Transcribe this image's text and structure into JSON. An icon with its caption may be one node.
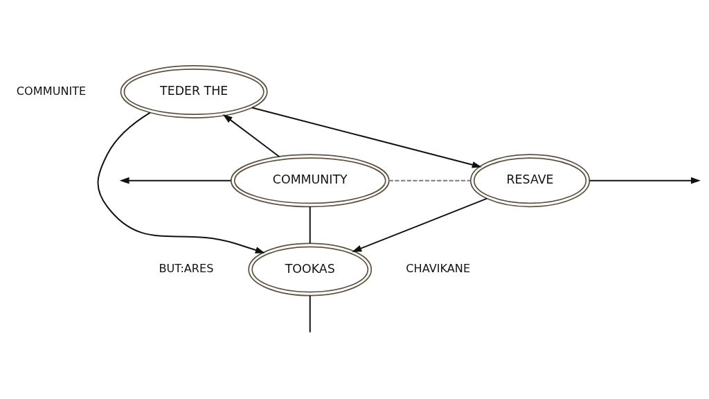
{
  "diagram": {
    "nodes": [
      {
        "text": [
          "TEDER THE"
        ]
      },
      {
        "text": [
          "COMMUNITY"
        ]
      },
      {
        "text": [
          "RESAVE"
        ]
      },
      {
        "text": [
          "TOOKAS"
        ]
      }
    ],
    "edges": [
      {
        "from": 1,
        "to": 0,
        "arrow": "to"
      },
      {
        "from": 0,
        "to": 2,
        "arrow": "to"
      },
      {
        "from": 2,
        "to": 3,
        "arrow": "to"
      },
      {
        "from": 1,
        "to": 3,
        "arrow": "none"
      },
      {
        "from": 0,
        "to": 3,
        "arrow": "to"
      },
      {
        "from": 1,
        "to": 2,
        "arrow": "none",
        "style": "dashed",
        "color": "#7a7a7a"
      },
      {
        "from": 1,
        "to": null,
        "arrow": "to"
      },
      {
        "from": 2,
        "to": null,
        "arrow": "to"
      },
      {
        "from": 3,
        "to": null,
        "arrow": "none"
      }
    ],
    "labels": [
      "COMMUNITE",
      "BUT:ARES",
      "CHAVIKANE"
    ]
  }
}
